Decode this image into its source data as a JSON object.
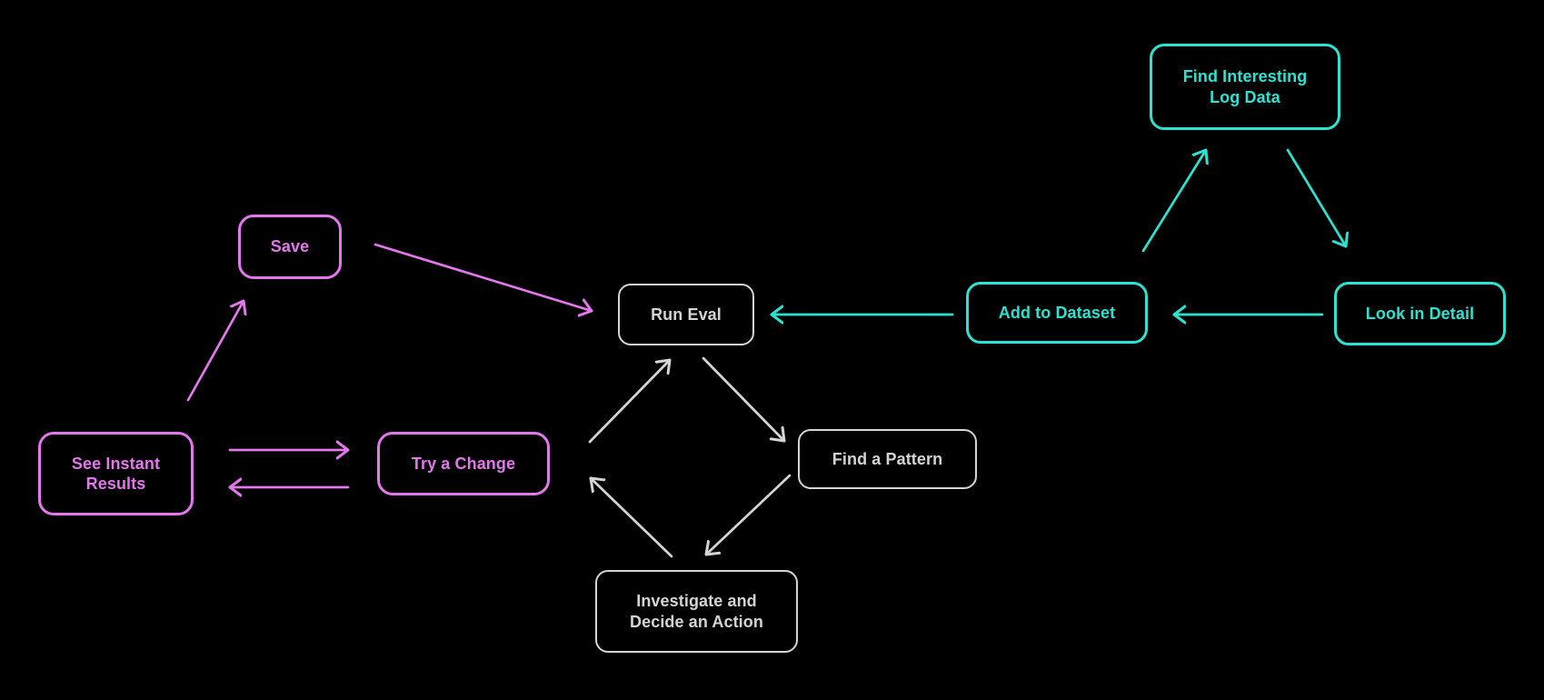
{
  "canvas": {
    "background": "#000000"
  },
  "colors": {
    "background": "#000000",
    "cyan": "#2ce2d2",
    "magenta": "#e377eb",
    "gray": "#d4d4d4"
  },
  "nodes": [
    {
      "id": "see-instant-results",
      "label": "See Instant\nResults",
      "color": "magenta"
    },
    {
      "id": "save",
      "label": "Save",
      "color": "magenta"
    },
    {
      "id": "try-a-change",
      "label": "Try a Change",
      "color": "magenta"
    },
    {
      "id": "run-eval",
      "label": "Run Eval",
      "color": "gray"
    },
    {
      "id": "find-a-pattern",
      "label": "Find a Pattern",
      "color": "gray"
    },
    {
      "id": "investigate-and-decide-an-action",
      "label": "Investigate and\nDecide an Action",
      "color": "gray"
    },
    {
      "id": "add-to-dataset",
      "label": "Add to Dataset",
      "color": "cyan"
    },
    {
      "id": "find-interesting-log-data",
      "label": "Find Interesting\nLog Data",
      "color": "cyan"
    },
    {
      "id": "look-in-detail",
      "label": "Look in Detail",
      "color": "cyan"
    }
  ],
  "edges": [
    {
      "from": "see-instant-results",
      "to": "save",
      "color": "magenta"
    },
    {
      "from": "save",
      "to": "run-eval",
      "color": "magenta"
    },
    {
      "from": "see-instant-results",
      "to": "try-a-change",
      "color": "magenta"
    },
    {
      "from": "try-a-change",
      "to": "see-instant-results",
      "color": "magenta"
    },
    {
      "from": "try-a-change",
      "to": "run-eval",
      "color": "gray"
    },
    {
      "from": "run-eval",
      "to": "find-a-pattern",
      "color": "gray"
    },
    {
      "from": "find-a-pattern",
      "to": "investigate-and-decide-an-action",
      "color": "gray"
    },
    {
      "from": "investigate-and-decide-an-action",
      "to": "try-a-change",
      "color": "gray"
    },
    {
      "from": "look-in-detail",
      "to": "add-to-dataset",
      "color": "cyan"
    },
    {
      "from": "add-to-dataset",
      "to": "run-eval",
      "color": "cyan"
    },
    {
      "from": "add-to-dataset",
      "to": "find-interesting-log-data",
      "color": "cyan"
    },
    {
      "from": "find-interesting-log-data",
      "to": "look-in-detail",
      "color": "cyan"
    }
  ]
}
